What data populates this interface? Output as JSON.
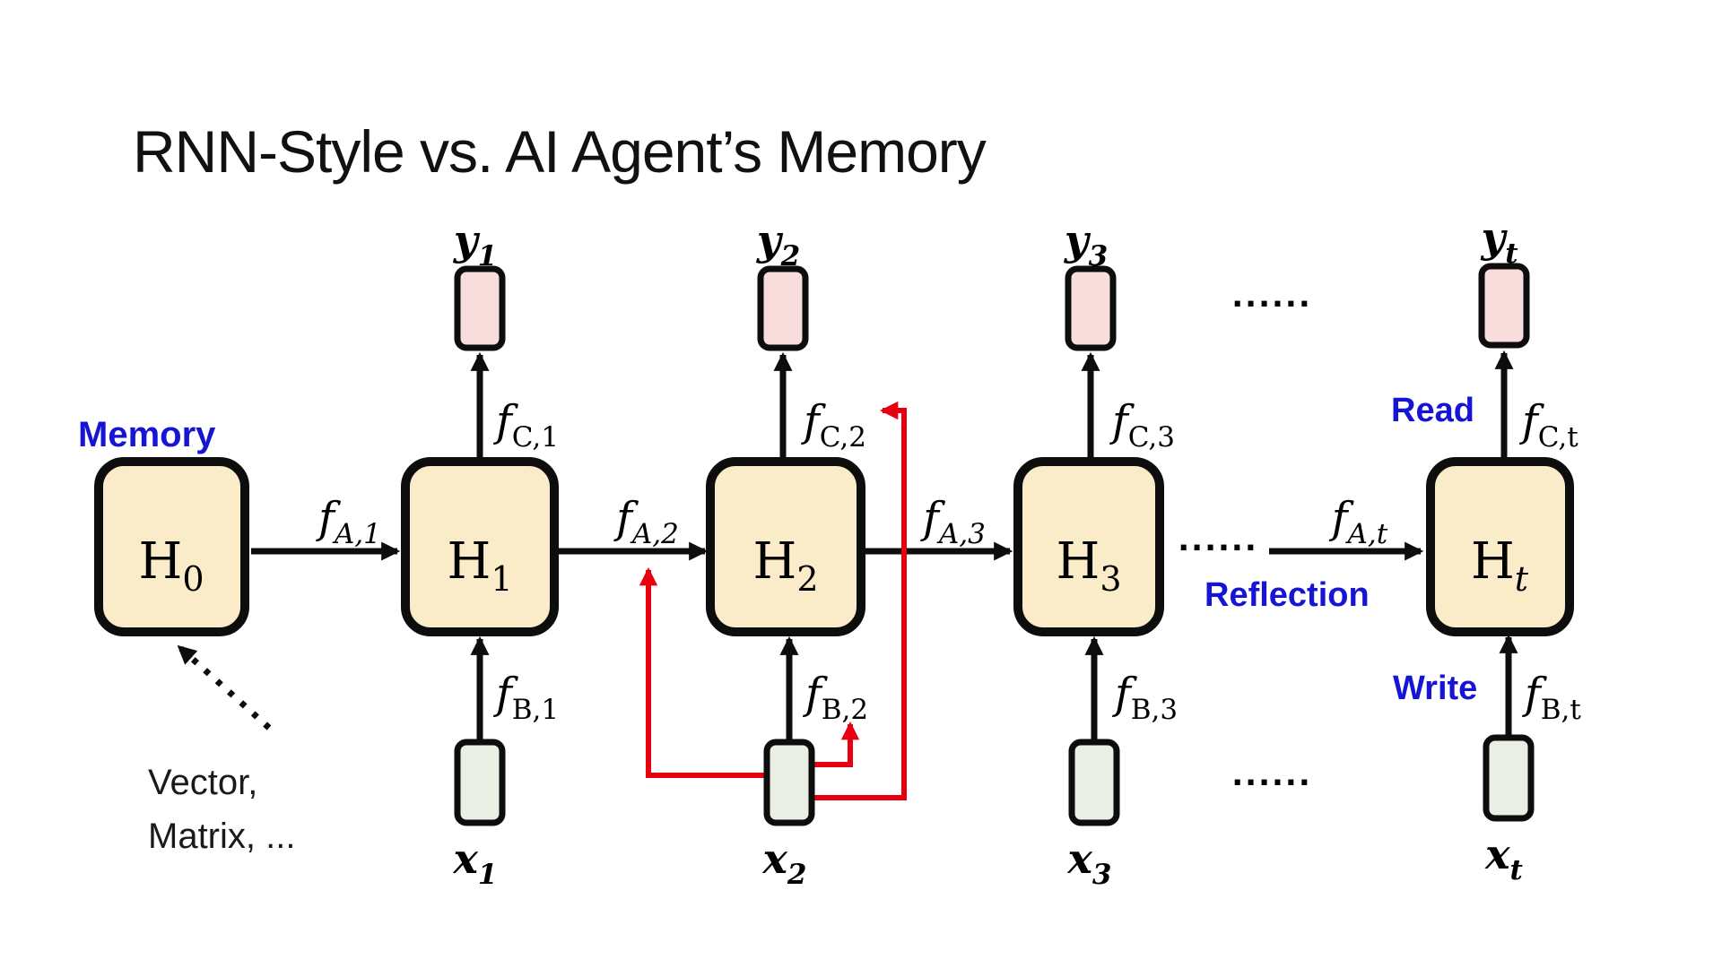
{
  "title": "RNN-Style vs. AI Agent’s Memory",
  "labels": {
    "memory": "Memory",
    "read": "Read",
    "write": "Write",
    "reflection": "Reflection",
    "note_line1": "Vector,",
    "note_line2": "Matrix, ...",
    "dots": "......"
  },
  "columns": [
    {
      "cell": {
        "main": "H",
        "sub": "0"
      }
    },
    {
      "cell": {
        "main": "H",
        "sub": "1"
      },
      "output": {
        "main": "y",
        "sub": "1"
      },
      "input": {
        "main": "x",
        "sub": "1"
      },
      "f_a": {
        "main": "f",
        "sub": "A,1"
      },
      "f_b": {
        "main": "f",
        "sub": "B,1"
      },
      "f_c": {
        "main": "f",
        "sub": "C,1"
      }
    },
    {
      "cell": {
        "main": "H",
        "sub": "2"
      },
      "output": {
        "main": "y",
        "sub": "2"
      },
      "input": {
        "main": "x",
        "sub": "2"
      },
      "f_a": {
        "main": "f",
        "sub": "A,2"
      },
      "f_b": {
        "main": "f",
        "sub": "B,2"
      },
      "f_c": {
        "main": "f",
        "sub": "C,2"
      }
    },
    {
      "cell": {
        "main": "H",
        "sub": "3"
      },
      "output": {
        "main": "y",
        "sub": "3"
      },
      "input": {
        "main": "x",
        "sub": "3"
      },
      "f_a": {
        "main": "f",
        "sub": "A,3"
      },
      "f_b": {
        "main": "f",
        "sub": "B,3"
      },
      "f_c": {
        "main": "f",
        "sub": "C,3"
      }
    },
    {
      "cell": {
        "main": "H",
        "sub": "t"
      },
      "output": {
        "main": "y",
        "sub": "t"
      },
      "input": {
        "main": "x",
        "sub": "t"
      },
      "f_a": {
        "main": "f",
        "sub": "A,t"
      },
      "f_b": {
        "main": "f",
        "sub": "B,t"
      },
      "f_c": {
        "main": "f",
        "sub": "C,t"
      }
    }
  ],
  "colors": {
    "cell_fill": "#faebc9",
    "output_fill": "#f9dddd",
    "input_fill": "#e9efe4",
    "stroke_black": "#0d0d0d",
    "annotation_blue": "#1715d3",
    "highlight_red": "#e8000f",
    "note_gray": "#1a1a1a"
  }
}
